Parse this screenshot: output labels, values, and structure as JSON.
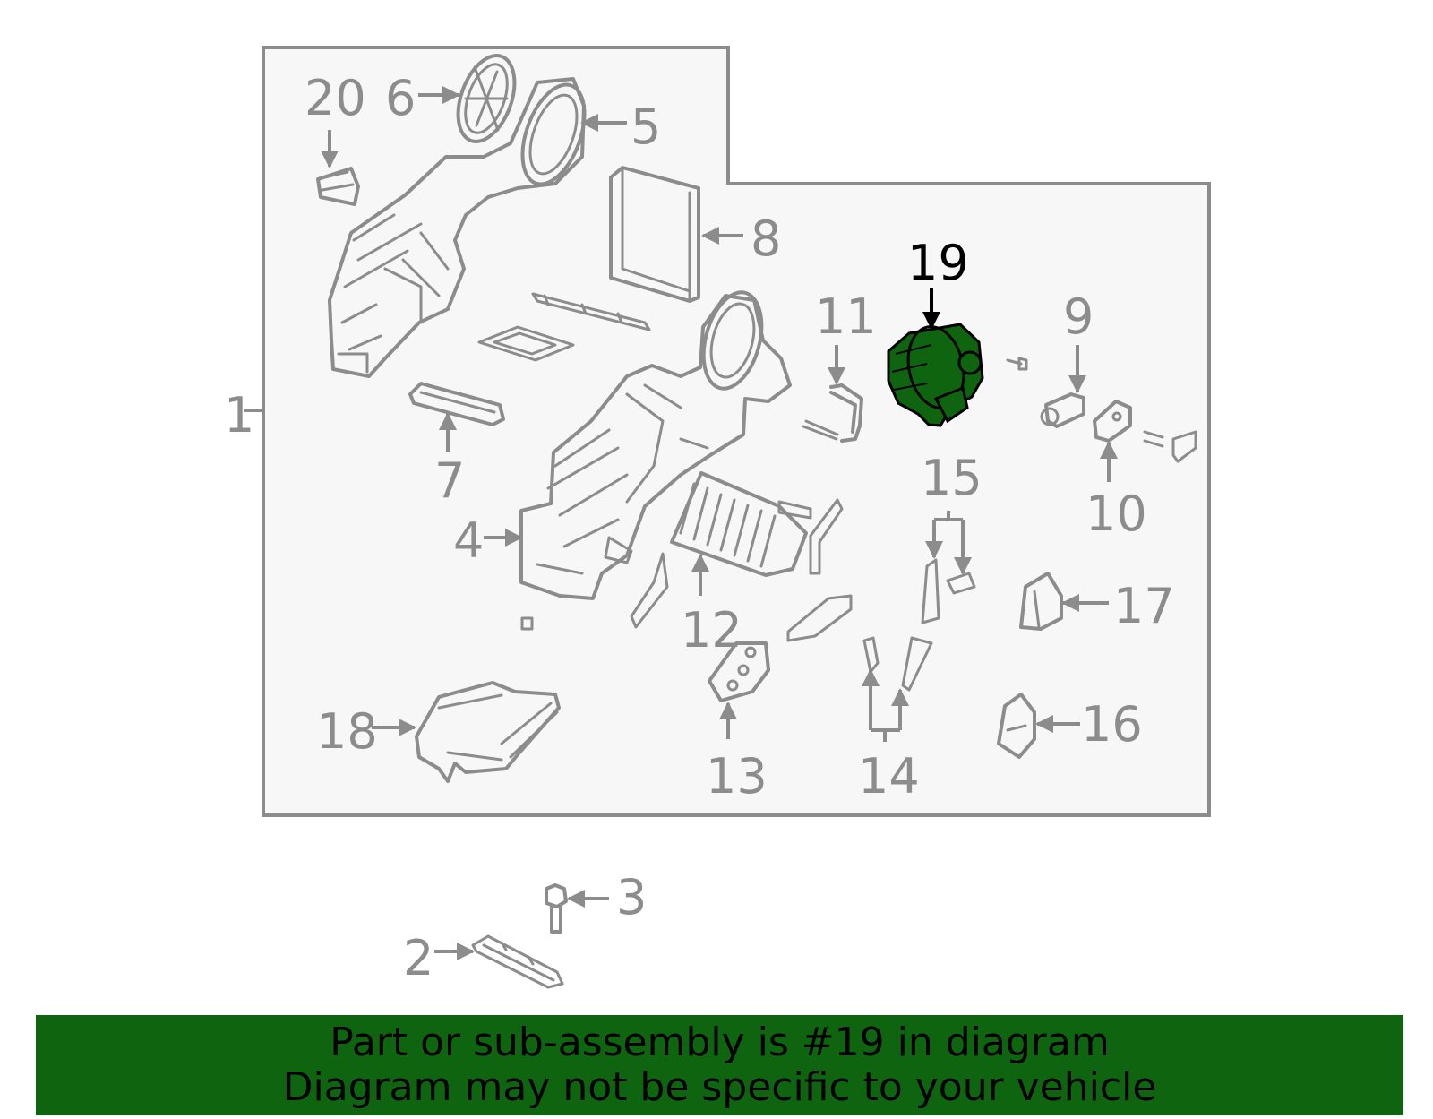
{
  "diagram": {
    "highlight_color": "#0f640f",
    "labels": {
      "l1": "1",
      "l2": "2",
      "l3": "3",
      "l4": "4",
      "l5": "5",
      "l6": "6",
      "l7": "7",
      "l8": "8",
      "l9": "9",
      "l10": "10",
      "l11": "11",
      "l12": "12",
      "l13": "13",
      "l14": "14",
      "l15": "15",
      "l16": "16",
      "l17": "17",
      "l18": "18",
      "l19": "19",
      "l20": "20"
    },
    "highlighted_part": "19"
  },
  "footer": {
    "line1": "Part or sub-assembly is #19 in diagram",
    "line2": "Diagram may not be specific to your vehicle",
    "background": "#0f640f"
  }
}
